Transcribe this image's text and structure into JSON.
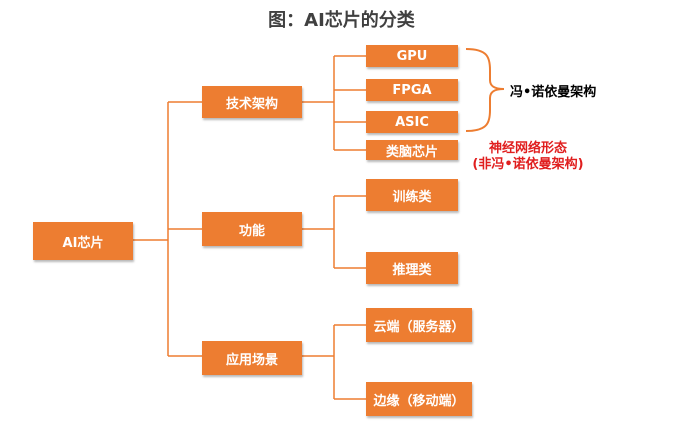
{
  "title": "图：AI芯片的分类",
  "colors": {
    "box": "#ED7D31",
    "line": "#ED7D31",
    "note_black": "#000000",
    "note_red": "#E01E1E"
  },
  "root": "AI芯片",
  "categories": {
    "tech": "技术架构",
    "func": "功能",
    "scene": "应用场景"
  },
  "leaves": {
    "gpu": "GPU",
    "fpga": "FPGA",
    "asic": "ASIC",
    "brain": "类脑芯片",
    "train": "训练类",
    "infer": "推理类",
    "cloud": "云端（服务器）",
    "edge": "边缘（移动端）"
  },
  "notes": {
    "von_neumann": "冯•诺依曼架构",
    "neuromorphic": "神经网络形态",
    "non_von_neumann": "(非冯•诺依曼架构)"
  }
}
